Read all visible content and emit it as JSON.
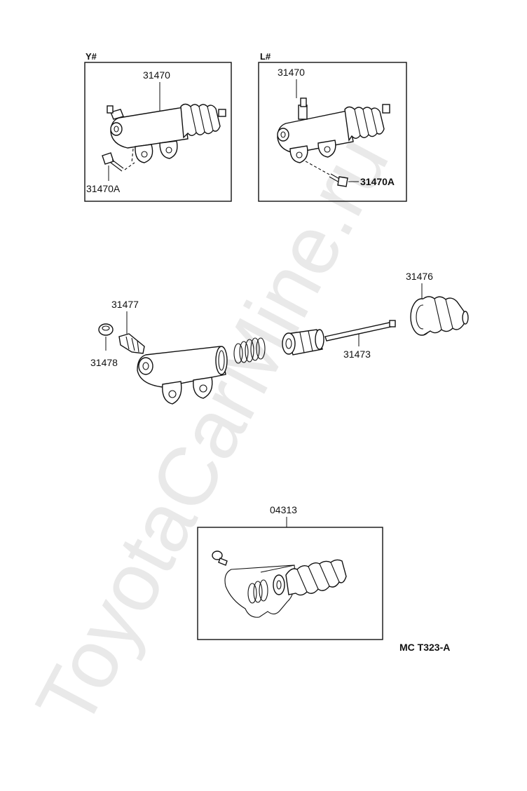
{
  "watermark": "ToyotaCarMine.ru",
  "panel_y": {
    "variant_label": "Y#",
    "part_cylinder": "31470",
    "part_bolt": "31470A"
  },
  "panel_l": {
    "variant_label": "L#",
    "part_cylinder": "31470",
    "part_bolt": "31470A"
  },
  "exploded": {
    "part_boot": "31476",
    "part_bleeder": "31477",
    "part_cap": "31478",
    "part_pushrod": "31473"
  },
  "kit": {
    "part_kit": "04313"
  },
  "figure_code": "MC  T323-A"
}
